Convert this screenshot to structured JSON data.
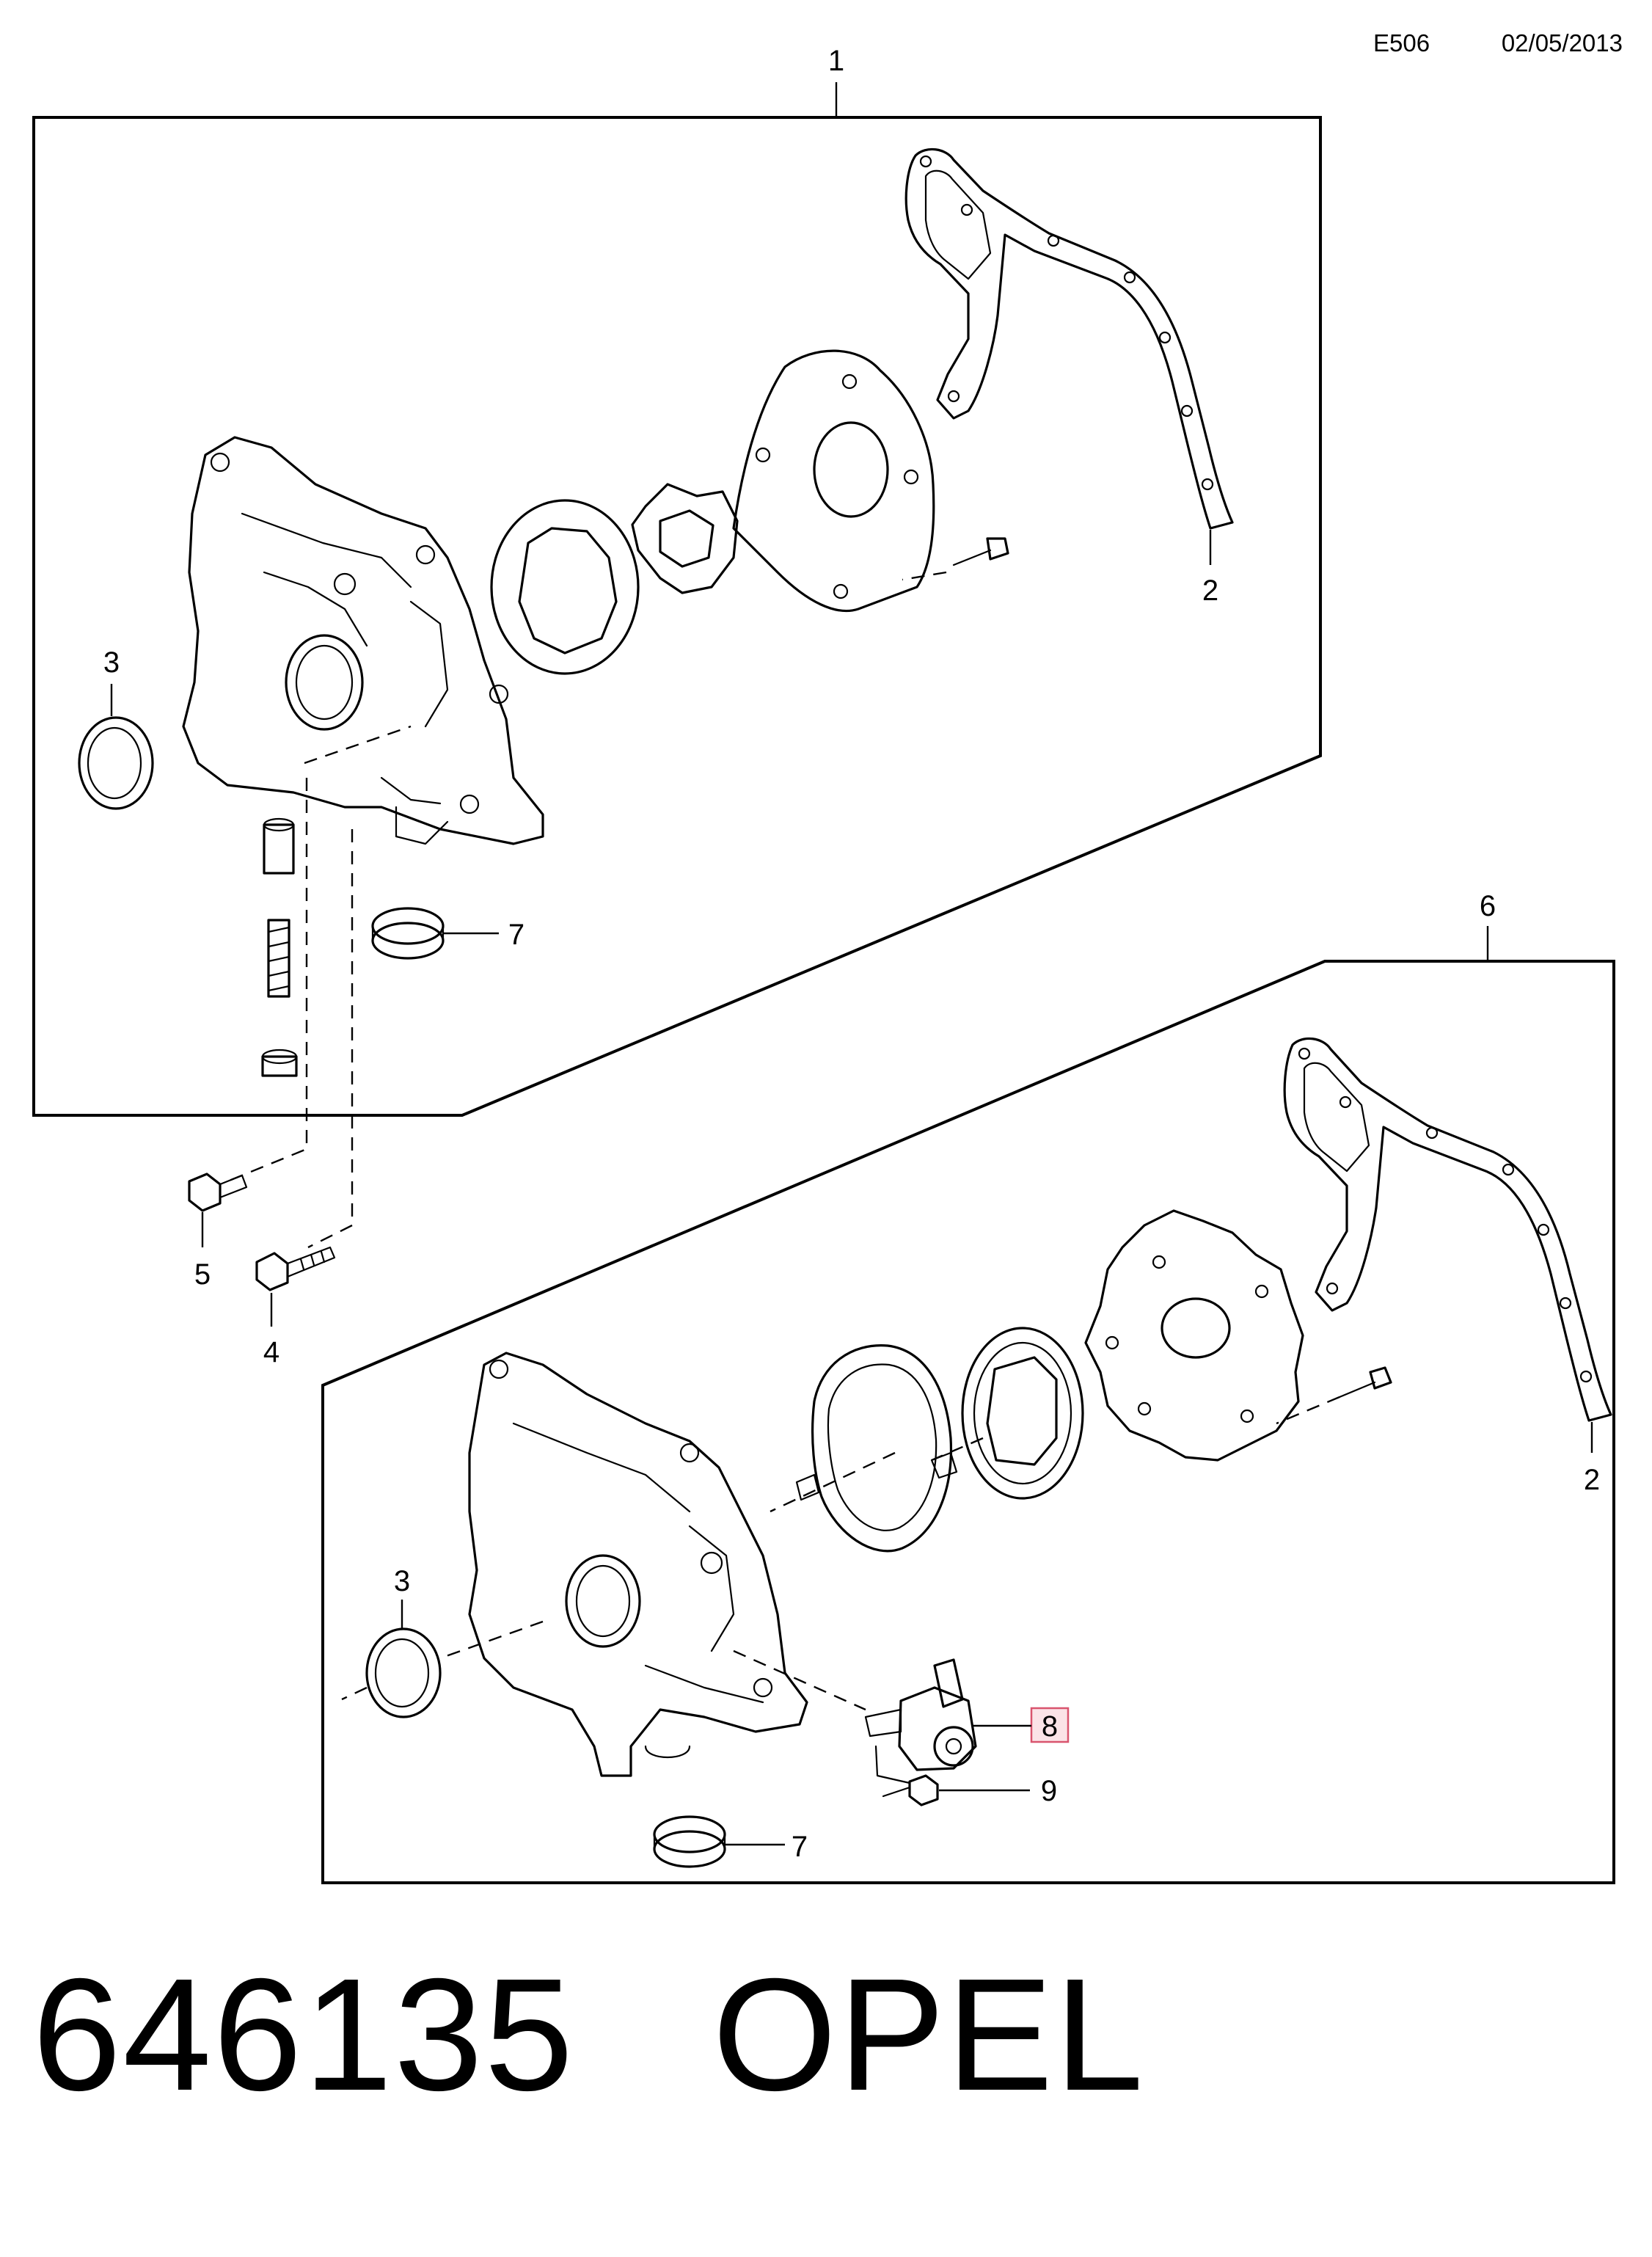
{
  "header": {
    "diagram_code": "E506",
    "date": "02/05/2013"
  },
  "groups": [
    {
      "callout": "1",
      "parts": {
        "housing": "1",
        "gasket": "2",
        "seal": "3",
        "bolt_lower": "4",
        "bolt_upper": "5",
        "oring": "7"
      }
    },
    {
      "callout": "6",
      "parts": {
        "housing": "6",
        "gasket": "2",
        "seal": "3",
        "oring": "7",
        "solenoid_valve": "8",
        "screw": "9"
      }
    }
  ],
  "highlighted_callout": "8",
  "footer": {
    "part_number_text": "646135   OPEL"
  },
  "colors": {
    "line": "#000000",
    "highlight_fill": "#fbe3e7",
    "highlight_border": "#d9546e"
  }
}
